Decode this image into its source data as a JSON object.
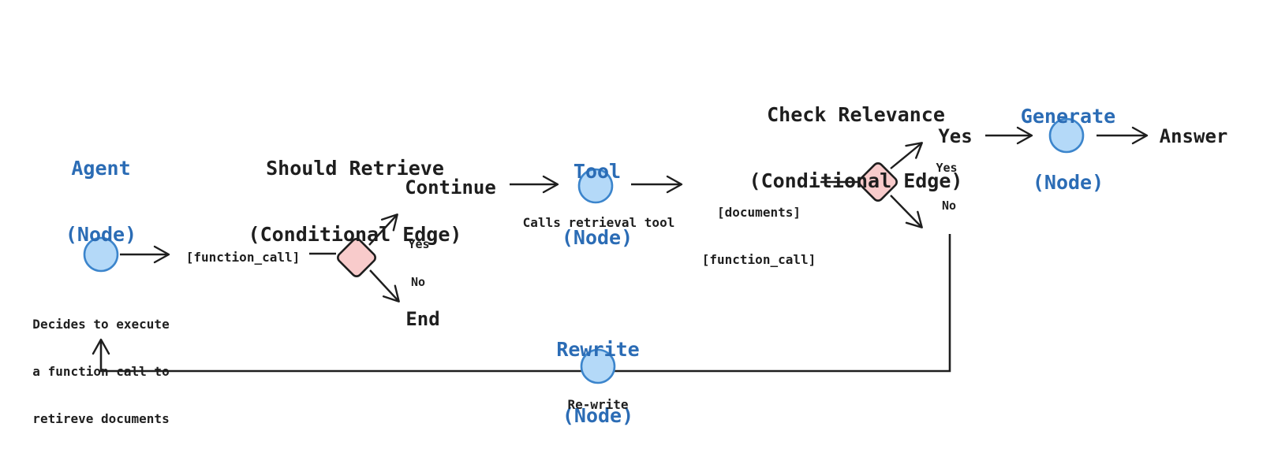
{
  "diagram": {
    "titles": {
      "agent": {
        "line1": "Agent",
        "line2": "(Node)"
      },
      "should_retrieve": {
        "line1": "Should Retrieve",
        "line2": "(Conditional Edge)"
      },
      "tool": {
        "line1": "Tool",
        "line2": "(Node)"
      },
      "check_relevance": {
        "line1": "Check Relevance",
        "line2": "(Conditional Edge)"
      },
      "generate": {
        "line1": "Generate",
        "line2": "(Node)"
      },
      "rewrite": {
        "line1": "Rewrite",
        "line2": "(Node)"
      }
    },
    "labels": {
      "continue": "Continue",
      "end": "End",
      "yes_big": "Yes",
      "answer": "Answer",
      "yes_small_1": "Yes",
      "no_small_1": "No",
      "yes_small_2": "Yes",
      "no_small_2": "No",
      "function_call_1": "[function_call]",
      "documents": "[documents]",
      "function_call_2": "[function_call]",
      "calls_retrieval_tool": "Calls retrieval tool",
      "rewrite_caption": "Re-write"
    },
    "agent_caption": {
      "line1": "Decides to execute",
      "line2": "a function call to",
      "line3": "retireve documents"
    },
    "colors": {
      "background": "#ffffff",
      "ink": "#1e1e1e",
      "blue_text": "#2b6cb5",
      "node_fill": "#b4d9f8",
      "node_stroke": "#3c85cc",
      "diamond_fill": "#f8cbcb",
      "diamond_stroke": "#1e1e1e"
    }
  }
}
